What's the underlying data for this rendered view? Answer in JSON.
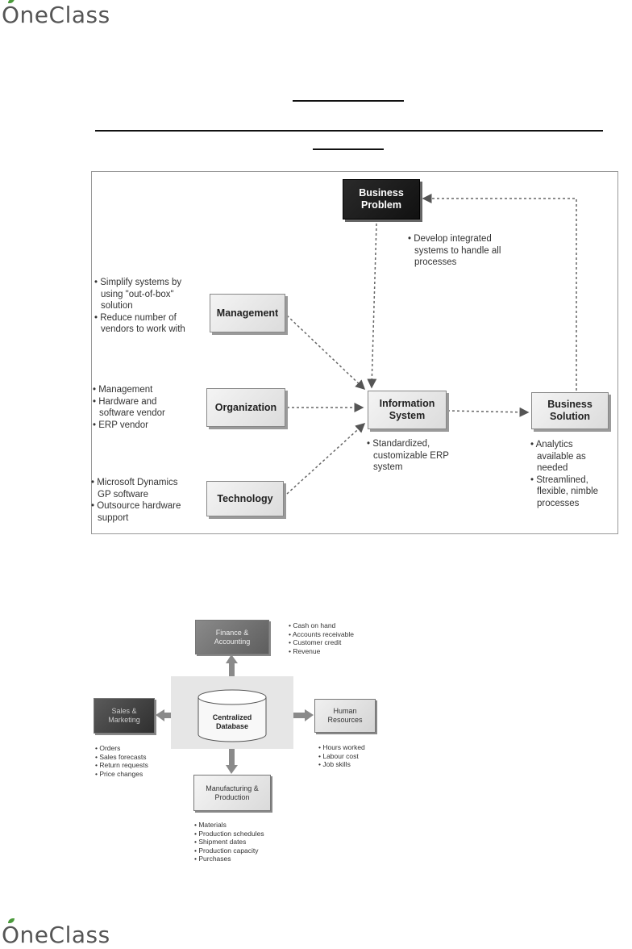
{
  "brand": {
    "logo_text": "OneClass"
  },
  "diagram1": {
    "business_problem": "Business Problem",
    "problem_note": [
      "• Develop integrated",
      "systems to handle all",
      "processes"
    ],
    "management": "Management",
    "management_note": [
      "• Simplify systems by",
      "using \"out-of-box\"",
      "solution",
      "• Reduce number of",
      "vendors to work with"
    ],
    "organization": "Organization",
    "organization_note": [
      "• Management",
      "• Hardware and",
      "software vendor",
      "• ERP vendor"
    ],
    "technology": "Technology",
    "technology_note": [
      "• Microsoft Dynamics",
      "GP software",
      "• Outsource hardware",
      "support"
    ],
    "information_system": "Information System",
    "infosys_note": [
      "• Standardized,",
      "customizable ERP",
      "system"
    ],
    "business_solution": "Business Solution",
    "solution_note": [
      "• Analytics",
      "available as",
      "needed",
      "• Streamlined,",
      "flexible, nimble",
      "processes"
    ]
  },
  "diagram2": {
    "finance": "Finance & Accounting",
    "finance_note": [
      "• Cash on hand",
      "• Accounts receivable",
      "• Customer credit",
      "• Revenue"
    ],
    "sales": "Sales & Marketing",
    "sales_note": [
      "• Orders",
      "• Sales forecasts",
      "• Return requests",
      "• Price changes"
    ],
    "database": "Centralized Database",
    "hr": "Human Resources",
    "hr_note": [
      "• Hours worked",
      "• Labour cost",
      "• Job skills"
    ],
    "manufacturing": "Manufacturing & Production",
    "manufacturing_note": [
      "• Materials",
      "• Production schedules",
      "• Shipment dates",
      "• Production capacity",
      "• Purchases"
    ]
  }
}
